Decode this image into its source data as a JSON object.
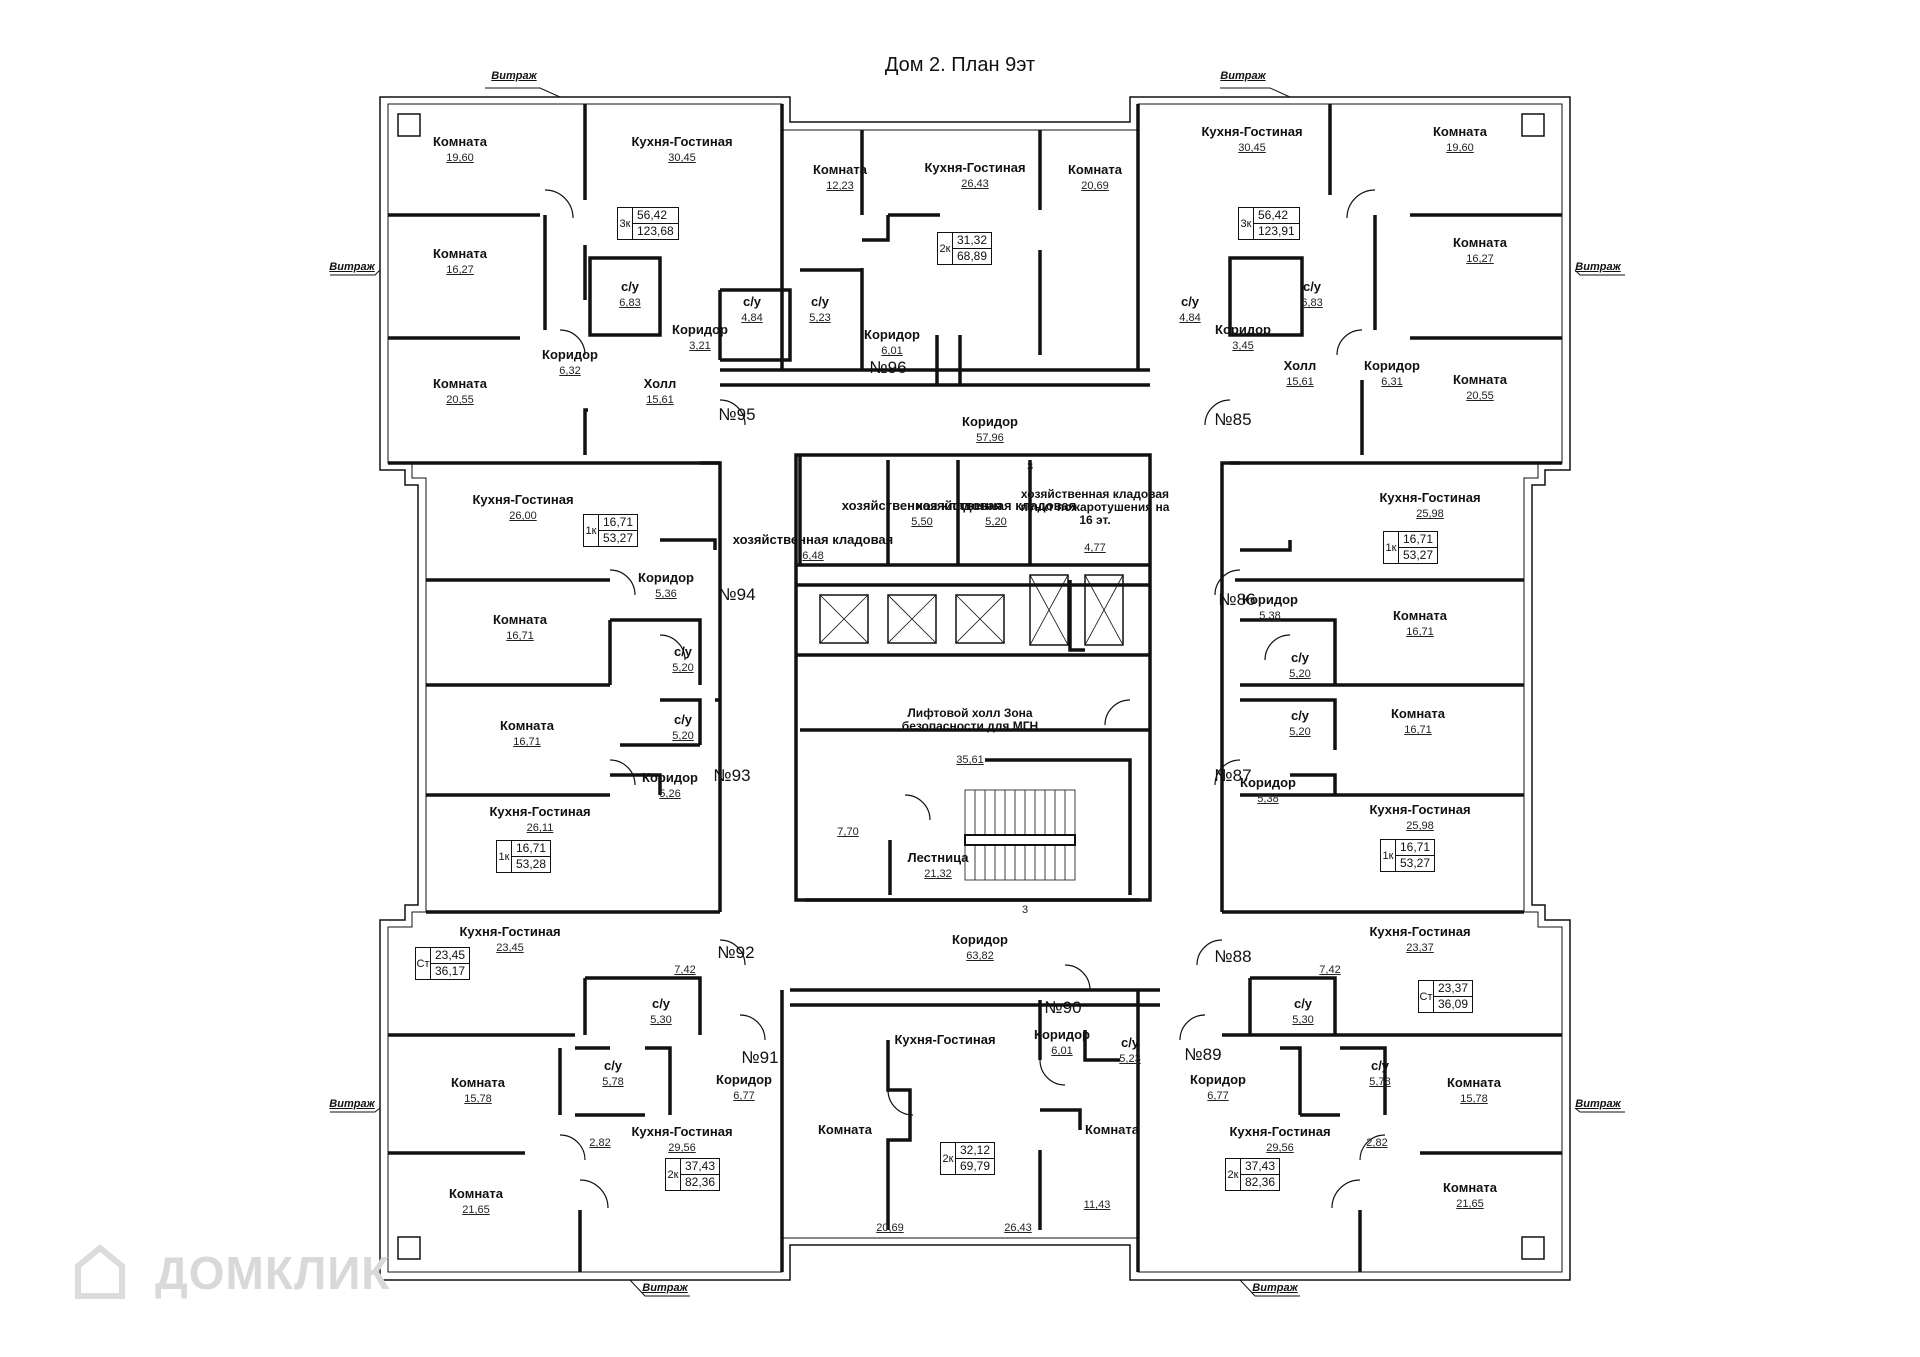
{
  "title": "Дом 2. План 9эт",
  "watermark": "ДОМКЛИК",
  "vitrazh_label": "Витраж",
  "apartment_numbers": [
    "№95",
    "№96",
    "№85",
    "№94",
    "№86",
    "№93",
    "№87",
    "№92",
    "№88",
    "№91",
    "№90",
    "№89"
  ],
  "room_labels": {
    "komnata": "Комната",
    "kuhnya": "Кухня-Гостиная",
    "koridor": "Коридор",
    "holl": "Холл",
    "su": "с/у",
    "kladovaya": "хозяйственная кладовая",
    "kladovaya_pt": "хозяйственная кладовая пункт пожаротушения на 16 эт.",
    "lift_holl": "Лифтовой холл Зона безопасности для МГН",
    "lestnica": "Лестница"
  },
  "rooms": [
    {
      "name": "Комната",
      "area": "19,60"
    },
    {
      "name": "Кухня-Гостиная",
      "area": "30,45"
    },
    {
      "name": "Комната",
      "area": "16,27"
    },
    {
      "name": "с/у",
      "area": "6,83"
    },
    {
      "name": "Коридор",
      "area": "3,21"
    },
    {
      "name": "с/у",
      "area": "4,84"
    },
    {
      "name": "Коридор",
      "area": "6,32"
    },
    {
      "name": "Комната",
      "area": "20,55"
    },
    {
      "name": "Холл",
      "area": "15,61"
    },
    {
      "name": "Комната",
      "area": "12,23"
    },
    {
      "name": "Кухня-Гостиная",
      "area": "26,43"
    },
    {
      "name": "Комната",
      "area": "20,69"
    },
    {
      "name": "с/у",
      "area": "5,23"
    },
    {
      "name": "Коридор",
      "area": "6,01"
    },
    {
      "name": "Кухня-Гостиная",
      "area": "30,45"
    },
    {
      "name": "Комната",
      "area": "19,60"
    },
    {
      "name": "Коридор",
      "area": "3,45"
    },
    {
      "name": "с/у",
      "area": "6,83"
    },
    {
      "name": "Комната",
      "area": "16,27"
    },
    {
      "name": "с/у",
      "area": "4,84"
    },
    {
      "name": "Холл",
      "area": "15,61"
    },
    {
      "name": "Коридор",
      "area": "6,31"
    },
    {
      "name": "Комната",
      "area": "20,55"
    },
    {
      "name": "Коридор",
      "area": "57,96"
    },
    {
      "name": "Кухня-Гостиная",
      "area": "26,00"
    },
    {
      "name": "Коридор",
      "area": "5,36"
    },
    {
      "name": "Комната",
      "area": "16,71"
    },
    {
      "name": "с/у",
      "area": "5,20"
    },
    {
      "name": "Комната",
      "area": "16,71"
    },
    {
      "name": "с/у",
      "area": "5,20"
    },
    {
      "name": "Коридор",
      "area": "5,26"
    },
    {
      "name": "Кухня-Гостиная",
      "area": "26,11"
    },
    {
      "name": "хозяйственная кладовая",
      "area": "6,48"
    },
    {
      "name": "хозяйственная кладовая",
      "area": "5,50"
    },
    {
      "name": "хозяйственная кладовая",
      "area": "5,20"
    },
    {
      "name": "хозяйственная кладовая пункт пожаротушения на 16 эт.",
      "area": "4,77"
    },
    {
      "name": "Лифтовой холл Зона безопасности для МГН",
      "area": "35,61"
    },
    {
      "name": "",
      "area": "7,70"
    },
    {
      "name": "Лестница",
      "area": "21,32"
    },
    {
      "name": "Кухня-Гостиная",
      "area": "25,98"
    },
    {
      "name": "Коридор",
      "area": "5,38"
    },
    {
      "name": "Комната",
      "area": "16,71"
    },
    {
      "name": "с/у",
      "area": "5,20"
    },
    {
      "name": "с/у",
      "area": "5,20"
    },
    {
      "name": "Комната",
      "area": "16,71"
    },
    {
      "name": "Коридор",
      "area": "5,38"
    },
    {
      "name": "Кухня-Гостиная",
      "area": "25,98"
    },
    {
      "name": "Кухня-Гостиная",
      "area": "23,45"
    },
    {
      "name": "Коридор",
      "area": "63,82"
    },
    {
      "name": "Кухня-Гостиная",
      "area": "23,37"
    },
    {
      "name": "",
      "area": "7,42"
    },
    {
      "name": "с/у",
      "area": "5,30"
    },
    {
      "name": "",
      "area": "7,42"
    },
    {
      "name": "с/у",
      "area": "5,30"
    },
    {
      "name": "Комната",
      "area": "15,78"
    },
    {
      "name": "с/у",
      "area": "5,78"
    },
    {
      "name": "Коридор",
      "area": "6,77"
    },
    {
      "name": "Кухня-Гостиная",
      "area": ""
    },
    {
      "name": "Коридор",
      "area": "6,01"
    },
    {
      "name": "с/у",
      "area": "5,23"
    },
    {
      "name": "Коридор",
      "area": "6,77"
    },
    {
      "name": "с/у",
      "area": "5,78"
    },
    {
      "name": "Комната",
      "area": "15,78"
    },
    {
      "name": "",
      "area": "2,82"
    },
    {
      "name": "Кухня-Гостиная",
      "area": "29,56"
    },
    {
      "name": "Комната",
      "area": ""
    },
    {
      "name": "Комната",
      "area": ""
    },
    {
      "name": "Кухня-Гостиная",
      "area": "29,56"
    },
    {
      "name": "",
      "area": "2,82"
    },
    {
      "name": "Комната",
      "area": "21,65"
    },
    {
      "name": "",
      "area": "20,69"
    },
    {
      "name": "",
      "area": "26,43"
    },
    {
      "name": "",
      "area": "11,43"
    },
    {
      "name": "Комната",
      "area": "21,65"
    }
  ],
  "summary_boxes": [
    {
      "type": "3к",
      "living": "56,42",
      "total": "123,68"
    },
    {
      "type": "2к",
      "living": "31,32",
      "total": "68,89"
    },
    {
      "type": "3к",
      "living": "56,42",
      "total": "123,91"
    },
    {
      "type": "1к",
      "living": "16,71",
      "total": "53,27"
    },
    {
      "type": "1к",
      "living": "16,71",
      "total": "53,27"
    },
    {
      "type": "1к",
      "living": "16,71",
      "total": "53,28"
    },
    {
      "type": "1к",
      "living": "16,71",
      "total": "53,27"
    },
    {
      "type": "Ст",
      "living": "23,45",
      "total": "36,17"
    },
    {
      "type": "Ст",
      "living": "23,37",
      "total": "36,09"
    },
    {
      "type": "2к",
      "living": "37,43",
      "total": "82,36"
    },
    {
      "type": "2к",
      "living": "32,12",
      "total": "69,79"
    },
    {
      "type": "2к",
      "living": "37,43",
      "total": "82,36"
    }
  ],
  "corridor_marks": [
    "3",
    "3"
  ]
}
